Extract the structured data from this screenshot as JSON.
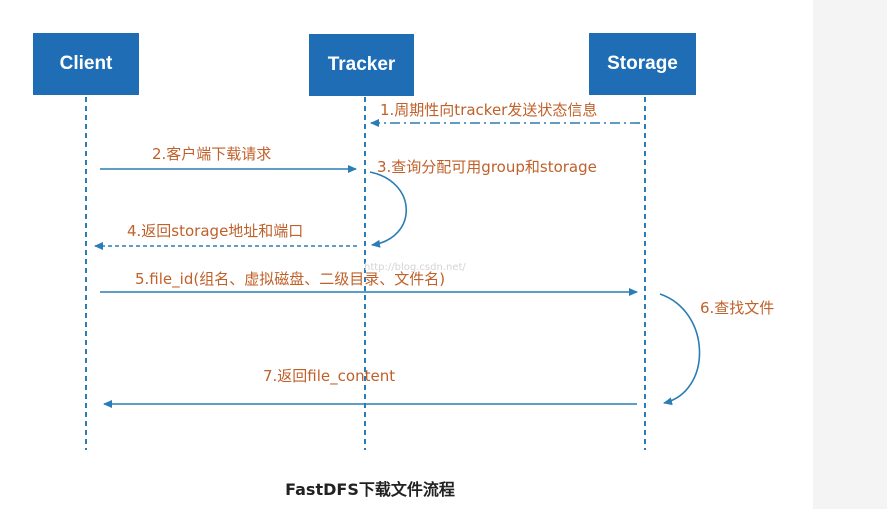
{
  "actors": {
    "client": "Client",
    "tracker": "Tracker",
    "storage": "Storage"
  },
  "messages": {
    "m1": "1.周期性向tracker发送状态信息",
    "m2": "2.客户端下载请求",
    "m3": "3.查询分配可用group和storage",
    "m4": "4.返回storage地址和端口",
    "m5": "5.file_id(组名、虚拟磁盘、二级目录、文件名)",
    "m6": "6.查找文件",
    "m7": "7.返回file_content"
  },
  "caption": "FastDFS下载文件流程",
  "watermark": "http://blog.csdn.net/",
  "colors": {
    "actor_fill": "#1f6eb5",
    "line": "#2a7db5",
    "label": "#c0602a"
  }
}
